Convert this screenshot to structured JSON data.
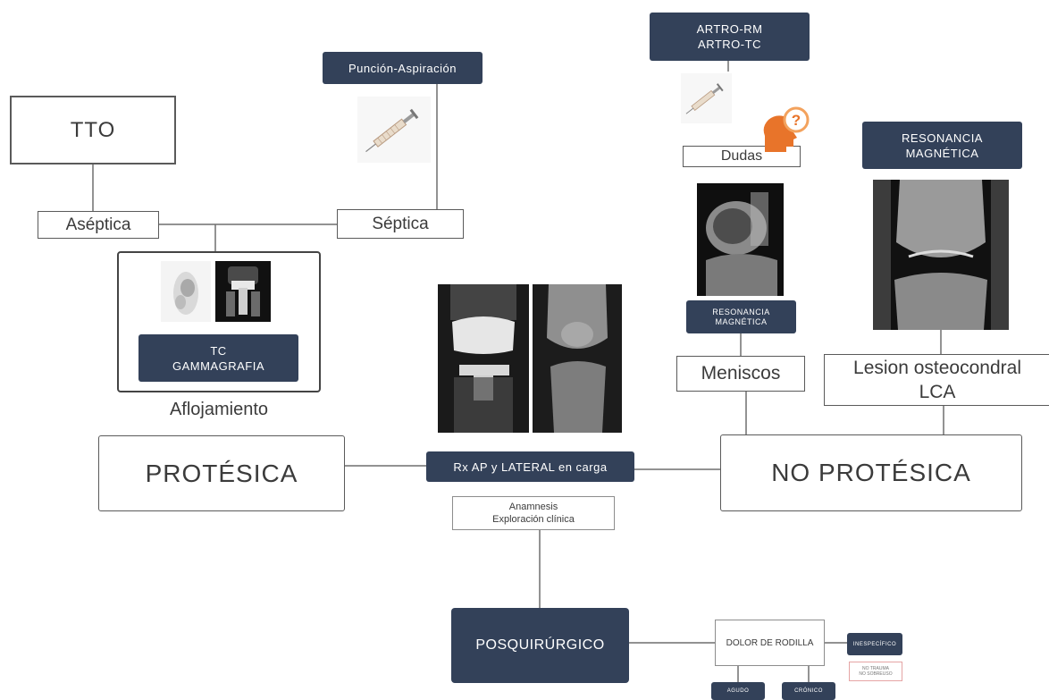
{
  "nodes": {
    "tto": "TTO",
    "aseptica": "Aséptica",
    "septica": "Séptica",
    "puncion": "Punción-Aspiración",
    "artro": "ARTRO-RM\nARTRO-TC",
    "dudas": "Dudas",
    "rm_top": "RESONANCIA\nMAGNÉTICA",
    "rm_small": "RESONANCIA\nMAGNÉTICA",
    "meniscos": "Meniscos",
    "lesion": "Lesion osteocondral\nLCA",
    "tc_gamma": "TC\nGAMMAGRAFIA",
    "aflojamiento": "Aflojamiento",
    "protesica": "PROTÉSICA",
    "no_protesica": "NO PROTÉSICA",
    "rx": "Rx AP y LATERAL en carga",
    "anamnesis": "Anamnesis\nExploración clínica",
    "posquirurgico": "POSQUIRÚRGICO",
    "dolor": "DOLOR DE RODILLA",
    "inespecifico": "INESPECÍFICO",
    "no_trauma": "NO TRAUMA\nNO SOBREUSO",
    "agudo": "AGUDO",
    "cronico": "CRÓNICO"
  },
  "icons": {
    "syringe": "syringe-icon",
    "question": "?"
  },
  "colors": {
    "dark_box": "#334159",
    "question_orange": "#e8742a",
    "question_light": "#f3a25d"
  }
}
